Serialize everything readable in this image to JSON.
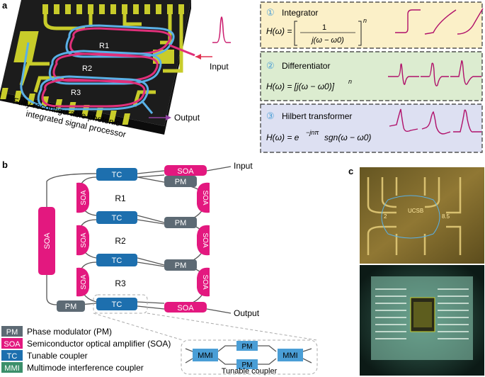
{
  "panel_labels": {
    "a": "a",
    "b": "b",
    "c": "c"
  },
  "panel_a": {
    "chip_caption_line1": "Fully reconfigurable photonic",
    "chip_caption_line2": "integrated signal processor",
    "ring_labels": [
      "R1",
      "R2",
      "R3"
    ],
    "input_label": "Input",
    "output_label": "Output"
  },
  "functions": [
    {
      "number": "①",
      "title": "Integrator",
      "formula": "H(ω) = [ 1 / j(ω − ω0) ]ⁿ",
      "color": "#fbf0c8"
    },
    {
      "number": "②",
      "title": "Differentiator",
      "formula": "H(ω) = [j(ω − ω0)]ⁿ",
      "color": "#dcecd0"
    },
    {
      "number": "③",
      "title": "Hilbert transformer",
      "formula": "H(ω) = e−jnπ sgn(ω − ω0)",
      "color": "#dde0f2"
    }
  ],
  "formula_parts": {
    "integrator_lhs": "H(ω) =",
    "integrator_num": "1",
    "integrator_den": "j(ω − ω0)",
    "integrator_exp": "n",
    "differentiator": "H(ω) = [j(ω − ω0)]",
    "differentiator_exp": "n",
    "hilbert_lhs": "H(ω) = e",
    "hilbert_exp": "−jnπ",
    "hilbert_rhs": "sgn(ω − ω0)"
  },
  "panel_b": {
    "input_label": "Input",
    "output_label": "Output",
    "ring_labels": [
      "R1",
      "R2",
      "R3"
    ],
    "tc": "TC",
    "pm": "PM",
    "soa": "SOA",
    "mmi": "MMI",
    "tunable_coupler_caption": "Tunable coupler"
  },
  "legend": [
    {
      "abbr": "PM",
      "text": "Phase modulator (PM)",
      "color": "#5a6670"
    },
    {
      "abbr": "SOA",
      "text": "Semiconductor optical amplifier (SOA)",
      "color": "#e0157f"
    },
    {
      "abbr": "TC",
      "text": "Tunable coupler",
      "color": "#1870b0"
    },
    {
      "abbr": "MMI",
      "text": "Multimode interference coupler",
      "color": "#3b8f6a"
    }
  ],
  "panel_c": {
    "chip_text_1": "2",
    "chip_text_2": "UCSB",
    "chip_text_3": "8.5"
  },
  "colors": {
    "tc": "#1d6fae",
    "soa": "#e3187f",
    "pm": "#5d6a74",
    "mmi": "#4a9ed6",
    "waveguide": "#5aa8e0",
    "pulse": "#c8207a",
    "gold": "#cfd12a"
  }
}
